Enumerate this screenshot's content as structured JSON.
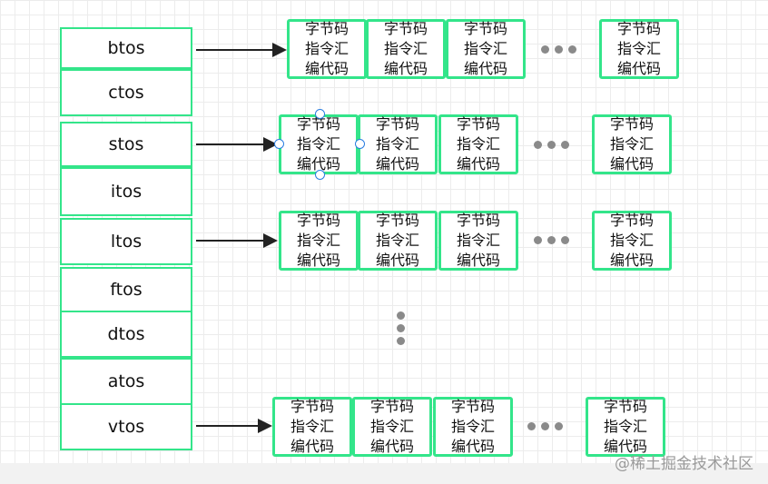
{
  "types": [
    "btos",
    "ctos",
    "stos",
    "itos",
    "ltos",
    "ftos",
    "dtos",
    "atos",
    "vtos"
  ],
  "cell": {
    "line1": "字节码",
    "line2": "指令汇",
    "line3": "编代码"
  },
  "watermark": "@稀土掘金技术社区",
  "colors": {
    "accent": "#33e58a",
    "arrow": "#222222",
    "handle": "#2a7de1"
  }
}
